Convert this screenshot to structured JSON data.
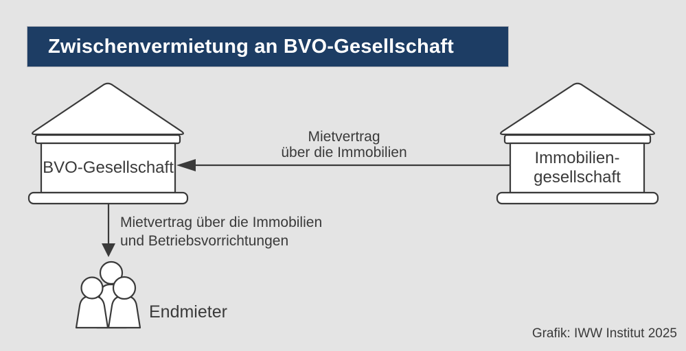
{
  "header": {
    "title": "Zwischenvermietung an BVO-Gesellschaft"
  },
  "nodes": {
    "bvo": {
      "label": "BVO-Gesellschaft",
      "icon": "building-icon"
    },
    "immobilien": {
      "label_line1": "Immobilien-",
      "label_line2": "gesellschaft",
      "icon": "building-icon"
    },
    "endmieter": {
      "label": "Endmieter",
      "icon": "tenants-group-icon"
    }
  },
  "edges": {
    "immobilien_to_bvo": {
      "label_line1": "Mietvertrag",
      "label_line2": "über die Immobilien",
      "direction": "right-to-left"
    },
    "bvo_to_endmieter": {
      "label_line1": "Mietvertrag über die Immobilien",
      "label_line2": "und Betriebsvorrichtungen",
      "direction": "top-to-bottom"
    }
  },
  "footer": {
    "credit": "Grafik: IWW Institut 2025"
  },
  "colors": {
    "background": "#e4e4e4",
    "banner": "#1d3d64",
    "banner_text": "#ffffff",
    "outline": "#3a3a3a",
    "shape_fill": "#ffffff"
  }
}
